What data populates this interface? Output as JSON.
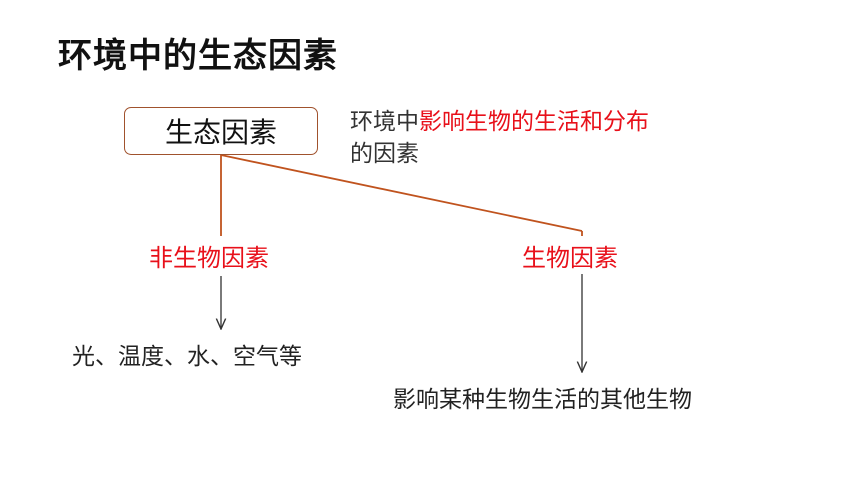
{
  "slide": {
    "title": "环境中的生态因素"
  },
  "diagram": {
    "root": {
      "label": "生态因素"
    },
    "definition": {
      "prefix": "环境中",
      "highlight": "影响生物的生活和分布",
      "suffix": "的因素"
    },
    "abiotic": {
      "label": "非生物因素",
      "examples": "光、温度、水、空气等"
    },
    "biotic": {
      "label": "生物因素",
      "examples": "影响某种生物生活的其他生物"
    }
  },
  "colors": {
    "highlight": "#e8101a",
    "connector": "#c0531e",
    "box_border": "#a0522d",
    "arrow": "#333333"
  }
}
